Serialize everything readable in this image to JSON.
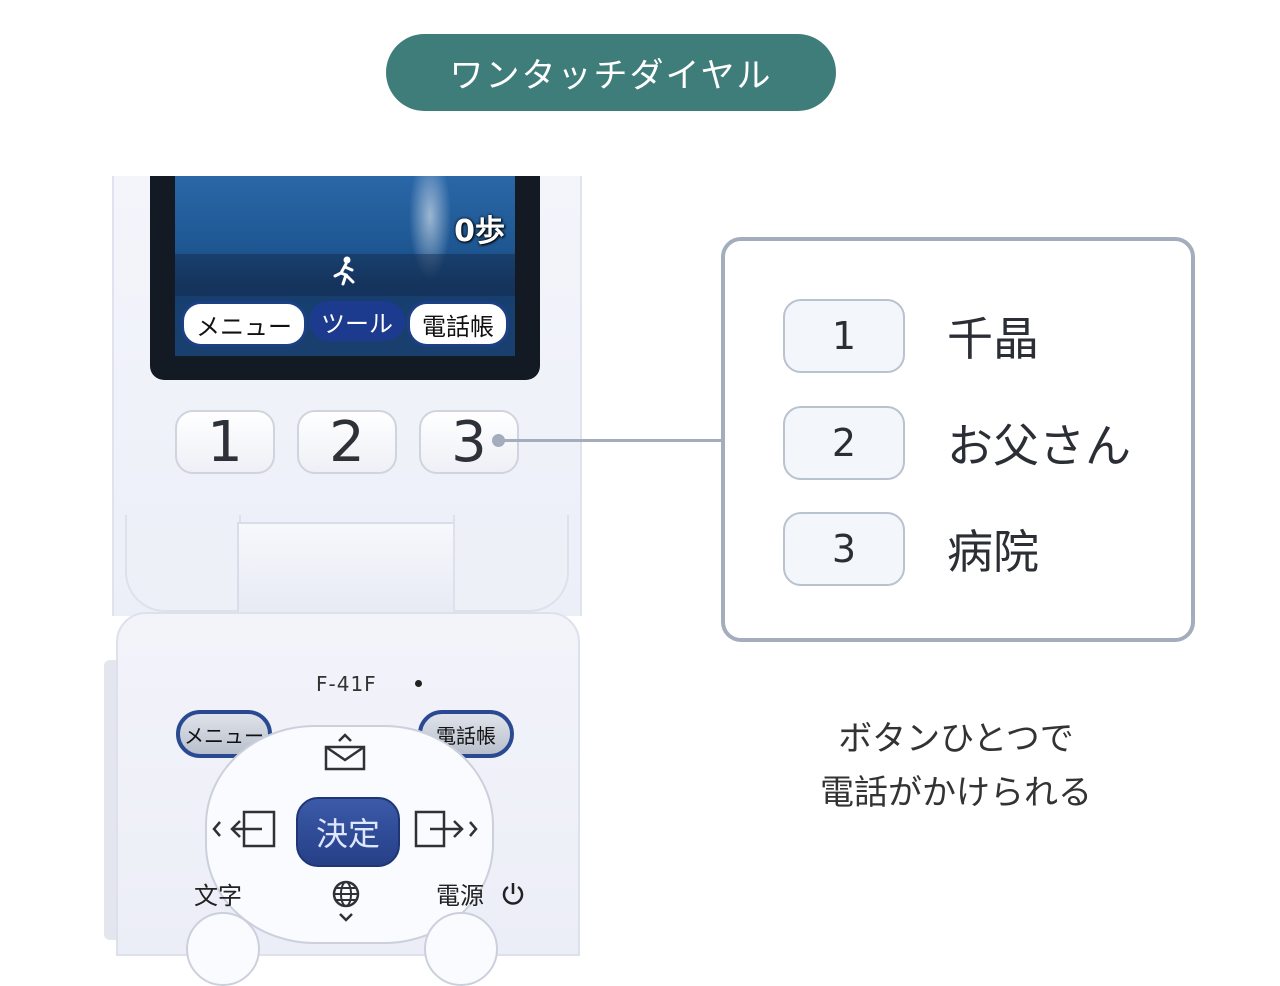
{
  "header": {
    "title": "ワンタッチダイヤル"
  },
  "phone": {
    "screen": {
      "steps": "0歩",
      "walker_icon": "walking-person-icon",
      "soft_keys": [
        "メニュー",
        "ツール",
        "電話帳"
      ]
    },
    "number_keys": [
      "1",
      "2",
      "3"
    ],
    "model": "F-41F",
    "menu_key": "メニュー",
    "phonebook_key": "電話帳",
    "center_key": "決定",
    "label_moji": "文字",
    "label_power": "電源",
    "icons": {
      "mail": "mail-icon",
      "globe": "globe-icon",
      "back": "back-arrow-icon",
      "forward": "forward-arrow-icon",
      "power": "power-icon"
    }
  },
  "callout": {
    "entries": [
      {
        "number": "1",
        "name": "千晶"
      },
      {
        "number": "2",
        "name": "お父さん"
      },
      {
        "number": "3",
        "name": "病院"
      }
    ]
  },
  "caption": {
    "line1": "ボタンひとつで",
    "line2": "電話がかけられる"
  },
  "colors": {
    "title_bg": "#3f7d7a",
    "callout_border": "#a4adbb",
    "key_blue": "#294a92"
  }
}
